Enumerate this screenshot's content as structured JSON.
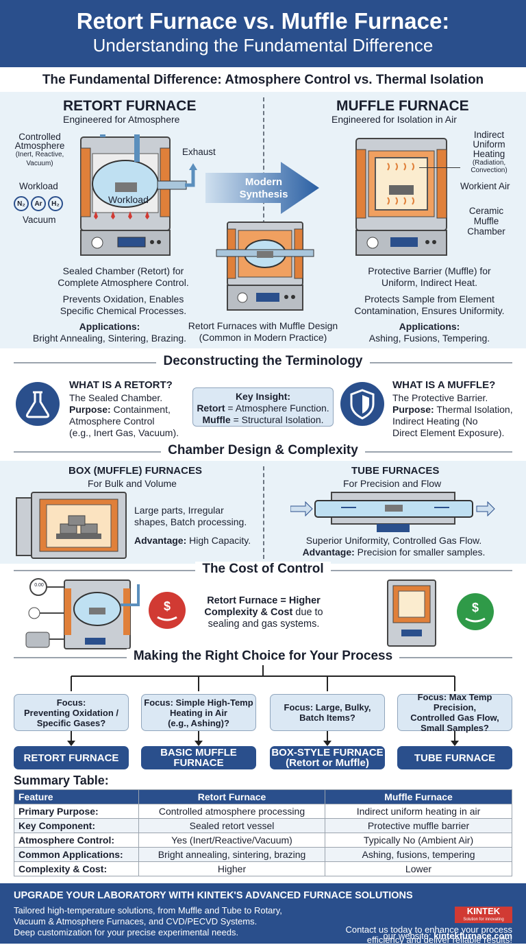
{
  "header": {
    "title1": "Retort Furnace vs. Muffle Furnace:",
    "title2": "Understanding the Fundamental Difference"
  },
  "s1": {
    "heading": "The Fundamental Difference: Atmosphere Control vs. Thermal Isolation",
    "retort": {
      "title": "RETORT FURNACE",
      "subtitle": "Engineered for Atmosphere",
      "lbl_atm": "Controlled",
      "lbl_atm2": "Atmosphere",
      "lbl_atm3": "(Inert, Reactive,",
      "lbl_atm4": "Vacuum)",
      "lbl_exhaust": "Exhaust",
      "lbl_workload": "Workload",
      "lbl_workload_in": "Workload",
      "gas1": "N₂",
      "gas2": "Ar",
      "gas3": "H₂",
      "lbl_vacuum": "Vacuum",
      "desc1a": "Sealed Chamber (Retort) for",
      "desc1b": "Complete Atmosphere Control.",
      "desc2a": "Prevents Oxidation, Enables",
      "desc2b": "Specific Chemical Processes.",
      "app_title": "Applications:",
      "app": "Bright Annealing, Sintering, Brazing."
    },
    "middle": {
      "arrow1": "Modern",
      "arrow2": "Synthesis",
      "cap1": "Retort Furnaces with Muffle Design",
      "cap2": "(Common in Modern Practice)"
    },
    "muffle": {
      "title": "MUFFLE FURNACE",
      "subtitle": "Engineered for Isolation in Air",
      "lbl_ind1": "Indirect",
      "lbl_ind2": "Uniform",
      "lbl_ind3": "Heating",
      "lbl_ind4": "(Radiation,",
      "lbl_ind5": "Convection)",
      "lbl_air": "Workient Air",
      "lbl_cer1": "Ceramic",
      "lbl_cer2": "Muffle",
      "lbl_cer3": "Chamber",
      "desc1a": "Protective Barrier (Muffle) for",
      "desc1b": "Uniform, Indirect Heat.",
      "desc2a": "Protects Sample from Element",
      "desc2b": "Contamination, Ensures Uniformity.",
      "app_title": "Applications:",
      "app": "Ashing, Fusions, Tempering."
    }
  },
  "s2": {
    "heading": "Deconstructing the Terminology",
    "retort": {
      "title": "WHAT IS A RETORT?",
      "l1": "The Sealed Chamber.",
      "purpose": "Purpose:",
      "l2": " Containment,",
      "l3": "Atmosphere Control",
      "l4": "(e.g., Inert Gas, Vacuum)."
    },
    "insight": {
      "title": "Key Insight:",
      "r1a": "Retort",
      "r1b": " = Atmosphere Function.",
      "r2a": "Muffle",
      "r2b": " = Structural Isolation."
    },
    "muffle": {
      "title": "WHAT IS A MUFFLE?",
      "l1": "The Protective Barrier.",
      "purpose": "Purpose:",
      "l2": " Thermal Isolation,",
      "l3": "Indirect Heating (No",
      "l4": "Direct Element Exposure)."
    }
  },
  "s3": {
    "heading": "Chamber Design & Complexity",
    "box": {
      "title": "BOX (MUFFLE) FURNACES",
      "subtitle": "For Bulk and Volume",
      "l1": "Large parts, Irregular",
      "l2": "shapes, Batch processing.",
      "adv": "Advantage:",
      "adv_text": " High Capacity."
    },
    "tube": {
      "title": "TUBE FURNACES",
      "subtitle": "For Precision and Flow",
      "l1": "Superior Uniformity, Controlled Gas Flow.",
      "adv": "Advantage:",
      "adv_text": " Precision for smaller samples."
    }
  },
  "s4": {
    "heading": "The Cost of Control",
    "l1": "Retort Furnace = Higher",
    "l2a": "Complexity & Cost",
    "l2b": " due to",
    "l3": "sealing and gas systems.",
    "gauge": "0.00"
  },
  "s5": {
    "heading": "Making the Right Choice for Your Process",
    "q1": [
      "Focus:",
      "Preventing Oxidation /",
      "Specific Gases?"
    ],
    "q2": [
      "Focus: Simple High-Temp",
      "Heating in Air",
      "(e.g., Ashing)?"
    ],
    "q3": [
      "Focus: Large, Bulky,",
      "Batch Items?"
    ],
    "q4": [
      "Focus: Max Temp Precision,",
      "Controlled Gas Flow,",
      "Small Samples?"
    ],
    "a1": [
      "RETORT FURNACE"
    ],
    "a2": [
      "BASIC MUFFLE",
      "FURNACE"
    ],
    "a3": [
      "BOX-STYLE FURNACE",
      "(Retort or Muffle)"
    ],
    "a4": [
      "TUBE FURNACE"
    ]
  },
  "table": {
    "title": "Summary Table:",
    "headers": [
      "Feature",
      "Retort Furnace",
      "Muffle Furnace"
    ],
    "rows": [
      [
        "Primary Purpose:",
        "Controlled atmosphere processing",
        "Indirect uniform heating in air"
      ],
      [
        "Key Component:",
        "Sealed retort vessel",
        "Protective muffle barrier"
      ],
      [
        "Atmosphere Control:",
        "Yes (Inert/Reactive/Vacuum)",
        "Typically No (Ambient Air)"
      ],
      [
        "Common Applications:",
        "Bright annealing, sintering, brazing",
        "Ashing, fusions, tempering"
      ],
      [
        "Complexity & Cost:",
        "Higher",
        "Lower"
      ]
    ]
  },
  "footer": {
    "headline": "UPGRADE YOUR LABORATORY WITH KINTEK'S ADVANCED FURNACE SOLUTIONS",
    "l1": "Tailored high-temperature solutions, from Muffle and Tube to Rotary,",
    "l2": "Vacuum & Atmosphere Furnaces, and CVD/PECVD Systems.",
    "l3": "Deep customization for your precise experimental needs.",
    "r1": "Contact us today to enhance your process",
    "r2": "efficiency and deliver reliable results!",
    "r3a": "our website: ",
    "r3b": "kintekfurnace.com",
    "logo": "KINTEK",
    "logo_sub": "Solution for innovating"
  },
  "colors": {
    "navy": "#2a4f8c",
    "light_band": "#e9f2f8",
    "heater": "#e0803a",
    "red": "#d13a33",
    "green": "#2f9a48"
  }
}
